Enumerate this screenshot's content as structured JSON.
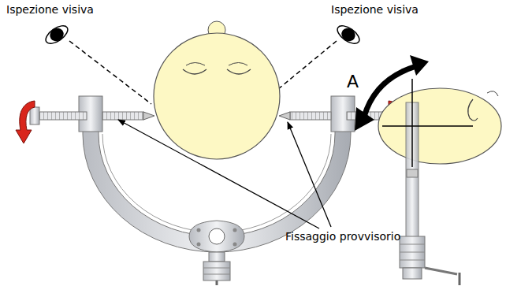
{
  "diagram": {
    "labels": [
      "Ispezione visiva",
      "Ispezione visiva",
      "A",
      "Fissaggio provvisorio"
    ]
  }
}
